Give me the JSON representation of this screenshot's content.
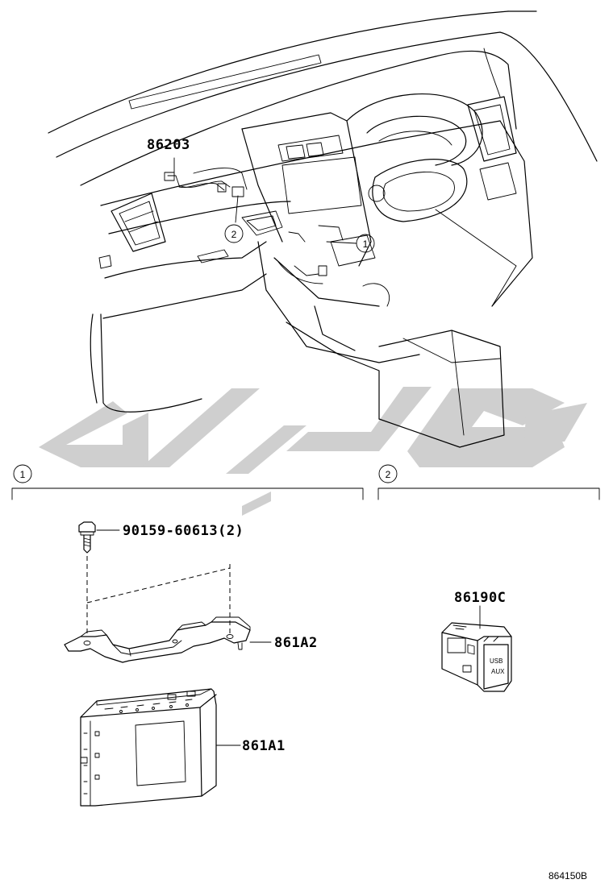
{
  "overview": {
    "part_86203": "86203",
    "callout_1": "1",
    "callout_2": "2"
  },
  "section1": {
    "ref": "1",
    "bolt_part": "90159-60613(2)",
    "bracket_part": "861A2",
    "unit_part": "861A1"
  },
  "section2": {
    "ref": "2",
    "jack_part": "86190C",
    "jack_label_usb": "USB",
    "jack_label_aux": "AUX"
  },
  "figure_code": "864150B",
  "watermark_color": "#cfcfcf"
}
